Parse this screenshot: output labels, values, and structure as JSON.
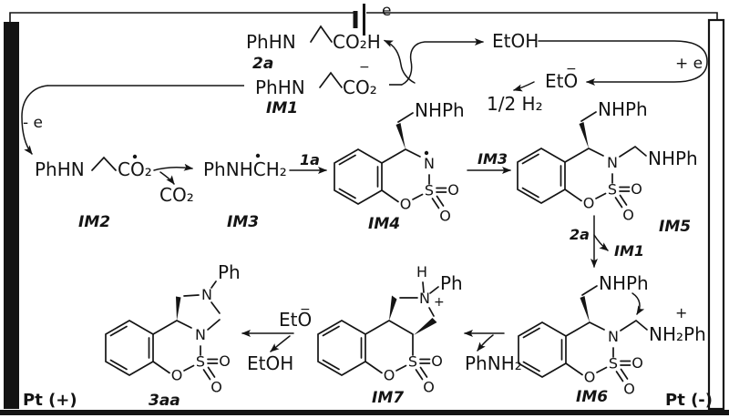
{
  "circuit": {
    "electron": "e",
    "minus_e": "- e",
    "plus_e": "+ e",
    "anode": "Pt (+)",
    "cathode": "Pt (-)"
  },
  "formulas": {
    "phhn": "PhHN",
    "co2h": "CO₂H",
    "co2": "CO₂",
    "minus": "−",
    "plus": "+",
    "phnhch2": "PhNHCH₂",
    "etoh": "EtOH",
    "eto": "EtO",
    "half_h2": "1/2 H₂",
    "nhph": "NHPh",
    "nh2ph": "NH₂Ph",
    "phnh2": "PhNH₂",
    "h": "H",
    "ph": "Ph"
  },
  "labels": {
    "c2a": "2a",
    "im1": "IM1",
    "im2": "IM2",
    "im3": "IM3",
    "im4": "IM4",
    "im5": "IM5",
    "im6": "IM6",
    "im7": "IM7",
    "c3aa": "3aa",
    "c1a": "1a"
  },
  "atoms": {
    "n": "N",
    "s": "S",
    "o": "O"
  },
  "colors": {
    "ink": "#141414",
    "paper": "#ffffff"
  }
}
